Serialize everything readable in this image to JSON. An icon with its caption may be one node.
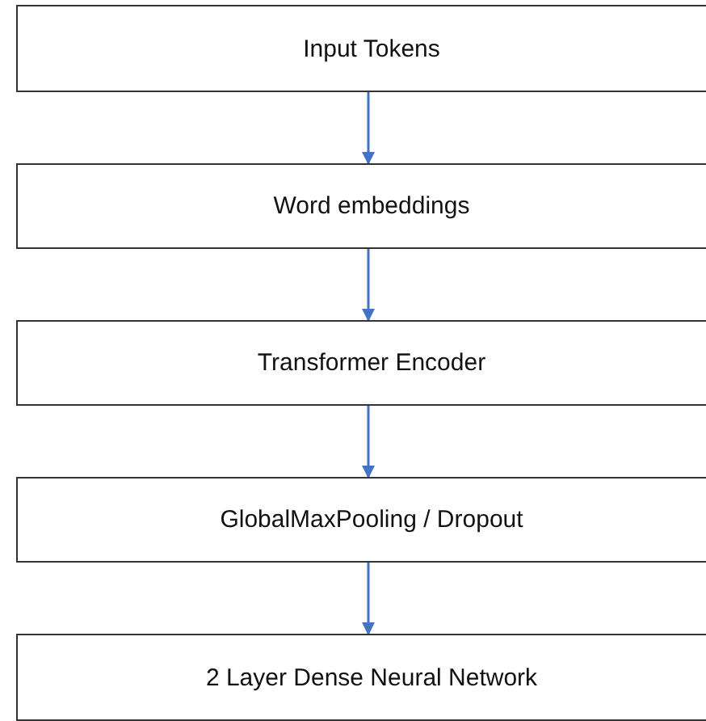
{
  "diagram": {
    "nodes": [
      {
        "text": [
          "Input Tokens"
        ]
      },
      {
        "text": [
          "Word embeddings"
        ]
      },
      {
        "text": [
          "Transformer Encoder"
        ]
      },
      {
        "text": [
          "GlobalMaxPooling / Dropout"
        ]
      },
      {
        "text": [
          "2 Layer Dense Neural Network"
        ]
      }
    ],
    "edges": [
      {
        "from": 0,
        "to": 1,
        "arrow": "to"
      },
      {
        "from": 1,
        "to": 2,
        "arrow": "to"
      },
      {
        "from": 2,
        "to": 3,
        "arrow": "to"
      },
      {
        "from": 3,
        "to": 4,
        "arrow": "to"
      }
    ]
  }
}
